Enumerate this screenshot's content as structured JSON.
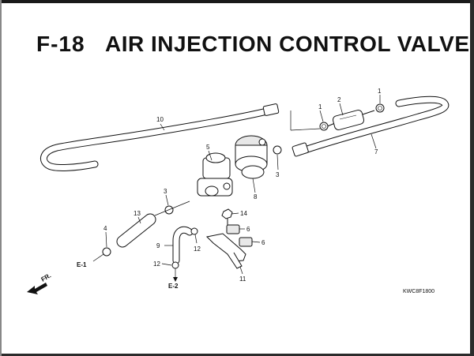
{
  "header": {
    "code": "F-18",
    "title": "AIR INJECTION CONTROL VALVE"
  },
  "callouts": [
    "1",
    "2",
    "1",
    "10",
    "7",
    "5",
    "3",
    "8",
    "3",
    "13",
    "14",
    "6",
    "6",
    "4",
    "9",
    "12",
    "12",
    "11"
  ],
  "connectors": {
    "e1": "E-1",
    "e2": "E-2",
    "front": "FR."
  },
  "reference_code": "KWC8F1800"
}
